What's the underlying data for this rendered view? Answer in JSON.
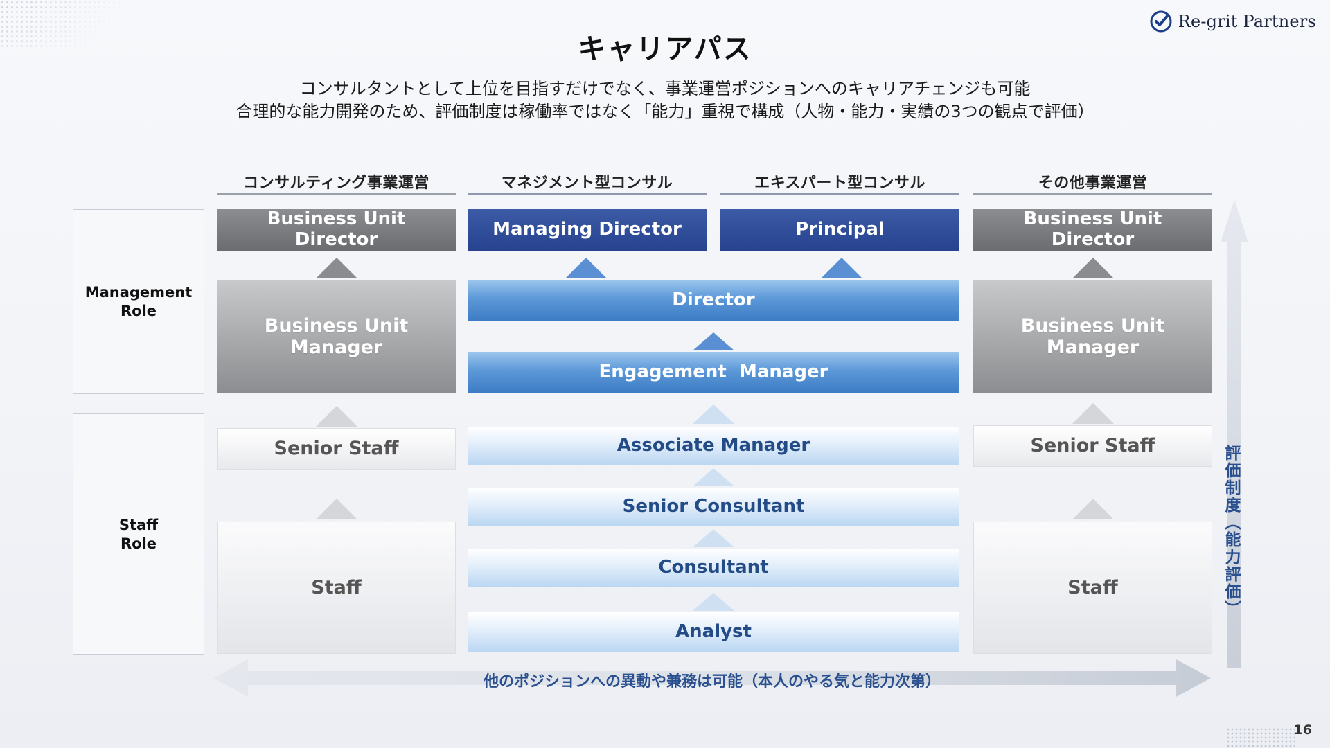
{
  "brand": {
    "name": "Re-grit Partners",
    "icon": "check-circle-icon"
  },
  "title": "キャリアパス",
  "subtitle": [
    "コンサルタントとして上位を目指すだけでなく、事業運営ポジションへのキャリアチェンジも可能",
    "合理的な能力開発のため、評価制度は稼働率ではなく「能力」重視で構成（人物・能力・実績の3つの観点で評価）"
  ],
  "roles": {
    "management": "Management\nRole",
    "staff": "Staff\nRole"
  },
  "columns": [
    {
      "heading": "コンサルティング事業運営",
      "positions": {
        "top": "Business Unit\nDirector",
        "manager": "Business Unit\nManager",
        "senior": "Senior Staff",
        "staff": "Staff"
      }
    },
    {
      "heading": "マネジメント型コンサル",
      "top": "Managing Director"
    },
    {
      "heading": "エキスパート型コンサル",
      "top": "Principal"
    },
    {
      "heading": "その他事業運営",
      "positions": {
        "top": "Business Unit\nDirector",
        "manager": "Business Unit\nManager",
        "senior": "Senior Staff",
        "staff": "Staff"
      }
    }
  ],
  "consulting_ladder": {
    "director": "Director",
    "engagement_manager": "Engagement  Manager",
    "associate_manager": "Associate Manager",
    "senior_consultant": "Senior Consultant",
    "consultant": "Consultant",
    "analyst": "Analyst"
  },
  "vertical_axis": "評価制度（能力評価）",
  "horizontal_note": "他のポジションへの異動や兼務は可能（本人のやる気と能力次第）",
  "page_number": "16",
  "colors": {
    "navy": "#27438f",
    "blue": "#4a86cc",
    "gray": "#7a7c80",
    "accent_text": "#2a4f8e"
  }
}
